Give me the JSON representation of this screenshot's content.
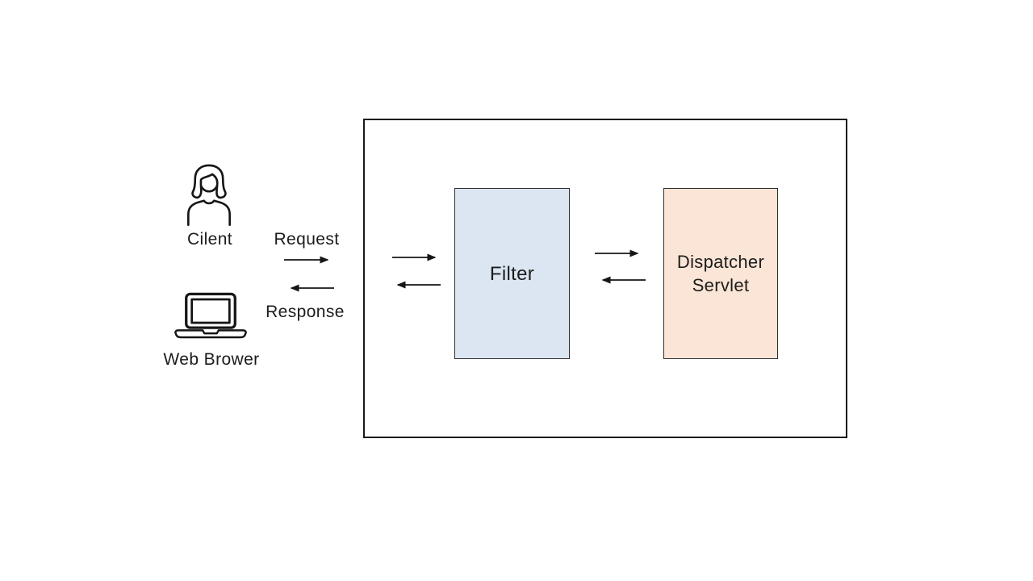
{
  "page": {
    "background": "#ffffff",
    "line_color": "#161616",
    "text_color": "#1c1c1c"
  },
  "diagram": {
    "nodes": {
      "client": {
        "label": "Cilent",
        "icon": "person-icon"
      },
      "web_browser": {
        "label": "Web Brower",
        "icon": "laptop-icon"
      },
      "filter": {
        "label": "Filter",
        "fill": "#dbe6f2",
        "border": "#2f2f2f"
      },
      "dispatcher_servlet": {
        "label": "Dispatcher Servlet",
        "fill": "#fbe5d6",
        "border": "#2f2f2f"
      }
    },
    "edges": {
      "request": {
        "label": "Request",
        "direction": "right",
        "from": "client",
        "to": "container"
      },
      "response": {
        "label": "Response",
        "direction": "left",
        "from": "container",
        "to": "web_browser"
      },
      "into_filter": {
        "direction": "right",
        "from": "container-edge",
        "to": "filter"
      },
      "out_of_filter": {
        "direction": "left",
        "from": "filter",
        "to": "container-edge"
      },
      "filter_to_dispatcher": {
        "direction": "right",
        "from": "filter",
        "to": "dispatcher_servlet"
      },
      "dispatcher_to_filter": {
        "direction": "left",
        "from": "dispatcher_servlet",
        "to": "filter"
      }
    }
  }
}
